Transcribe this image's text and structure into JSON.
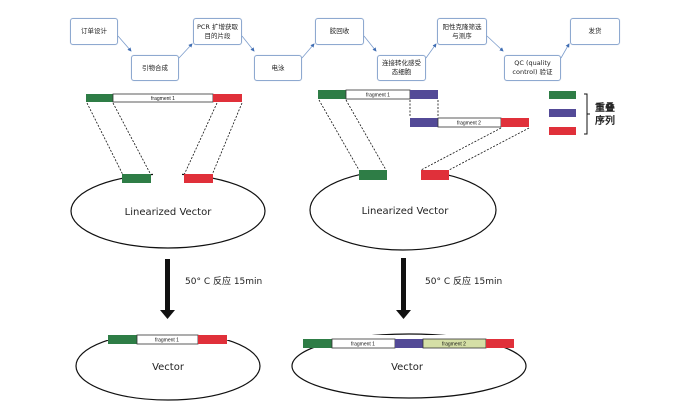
{
  "colors": {
    "overlap_green": "#2e7d46",
    "overlap_purple": "#534a97",
    "overlap_red": "#e0303a",
    "fragment2_fill_final": "#d5dfa6",
    "flow_border": "#8ea9d0",
    "flow_arrow": "#3f6db3"
  },
  "workflow": {
    "steps": [
      {
        "label": "订单设计"
      },
      {
        "label": "引物合成"
      },
      {
        "label": "PCR 扩增获取目的片段"
      },
      {
        "label": "电泳"
      },
      {
        "label": "胶回收"
      },
      {
        "label": "连接转化感受态细胞"
      },
      {
        "label": "阳性克隆筛选与测序"
      },
      {
        "label": "QC (quality control) 验证"
      },
      {
        "label": "发货"
      }
    ]
  },
  "left_panel": {
    "fragment_label": "fragment 1",
    "vector_label": "Linearized Vector",
    "condition": "50° C 反应 15min",
    "result_fragment_label": "fragment 1",
    "result_vector_label": "Vector"
  },
  "right_panel": {
    "fragment1_label": "fragment 1",
    "fragment2_label": "fragment 2",
    "vector_label": "Linearized Vector",
    "condition": "50° C 反应 15min",
    "result_fragment1_label": "fragment 1",
    "result_fragment2_label": "fragment 2",
    "result_vector_label": "Vector"
  },
  "legend": {
    "label_line1": "重叠",
    "label_line2": "序列",
    "swatches": [
      "green",
      "purple",
      "red"
    ]
  }
}
